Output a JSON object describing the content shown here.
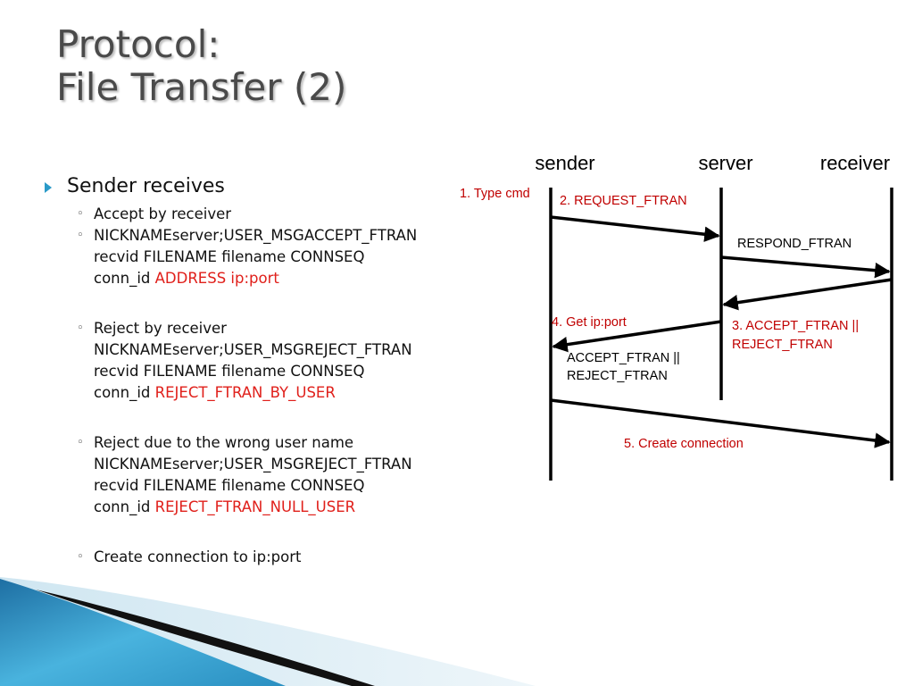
{
  "title": {
    "line1": "Protocol:",
    "line2": "File Transfer (2)"
  },
  "bullets": {
    "heading": "Sender receives",
    "items": {
      "accept": {
        "label": "Accept by receiver",
        "line1": "NICKNAMEserver;USER_MSGACCEPT_FTRAN",
        "line2": "recvid FILENAME filename CONNSEQ",
        "line3_prefix": "conn_id ",
        "line3_highlight": "ADDRESS ip:port"
      },
      "reject_user": {
        "label": "Reject by receiver",
        "line1": "NICKNAMEserver;USER_MSGREJECT_FTRAN",
        "line2": "recvid FILENAME filename CONNSEQ",
        "line3_prefix": "conn_id ",
        "line3_highlight": "REJECT_FTRAN_BY_USER"
      },
      "reject_null": {
        "label": "Reject due to the wrong user name",
        "line1": "NICKNAMEserver;USER_MSGREJECT_FTRAN",
        "line2": "recvid FILENAME filename CONNSEQ",
        "line3_prefix": "conn_id ",
        "line3_highlight": "REJECT_FTRAN_NULL_USER"
      },
      "connect": {
        "label": "Create connection to ip:port"
      }
    }
  },
  "diagram": {
    "lanes": {
      "sender": "sender",
      "server": "server",
      "receiver": "receiver"
    },
    "messages": {
      "type_cmd": "1. Type cmd",
      "request_ftran": "2. REQUEST_FTRAN",
      "respond_ftran": "RESPOND_FTRAN",
      "accept_reject_1": "3. ACCEPT_FTRAN ||",
      "accept_reject_2": "REJECT_FTRAN",
      "get_ip_port": "4. Get ip:port",
      "accept_reject_black_1": "ACCEPT_FTRAN ||",
      "accept_reject_black_2": "REJECT_FTRAN",
      "create_connection": "5. Create connection"
    }
  },
  "colors": {
    "highlight_red": "#e0201b",
    "diagram_red": "#c00000",
    "bullet_accent": "#2a9ac8",
    "title_gray": "#4a4a4a"
  }
}
